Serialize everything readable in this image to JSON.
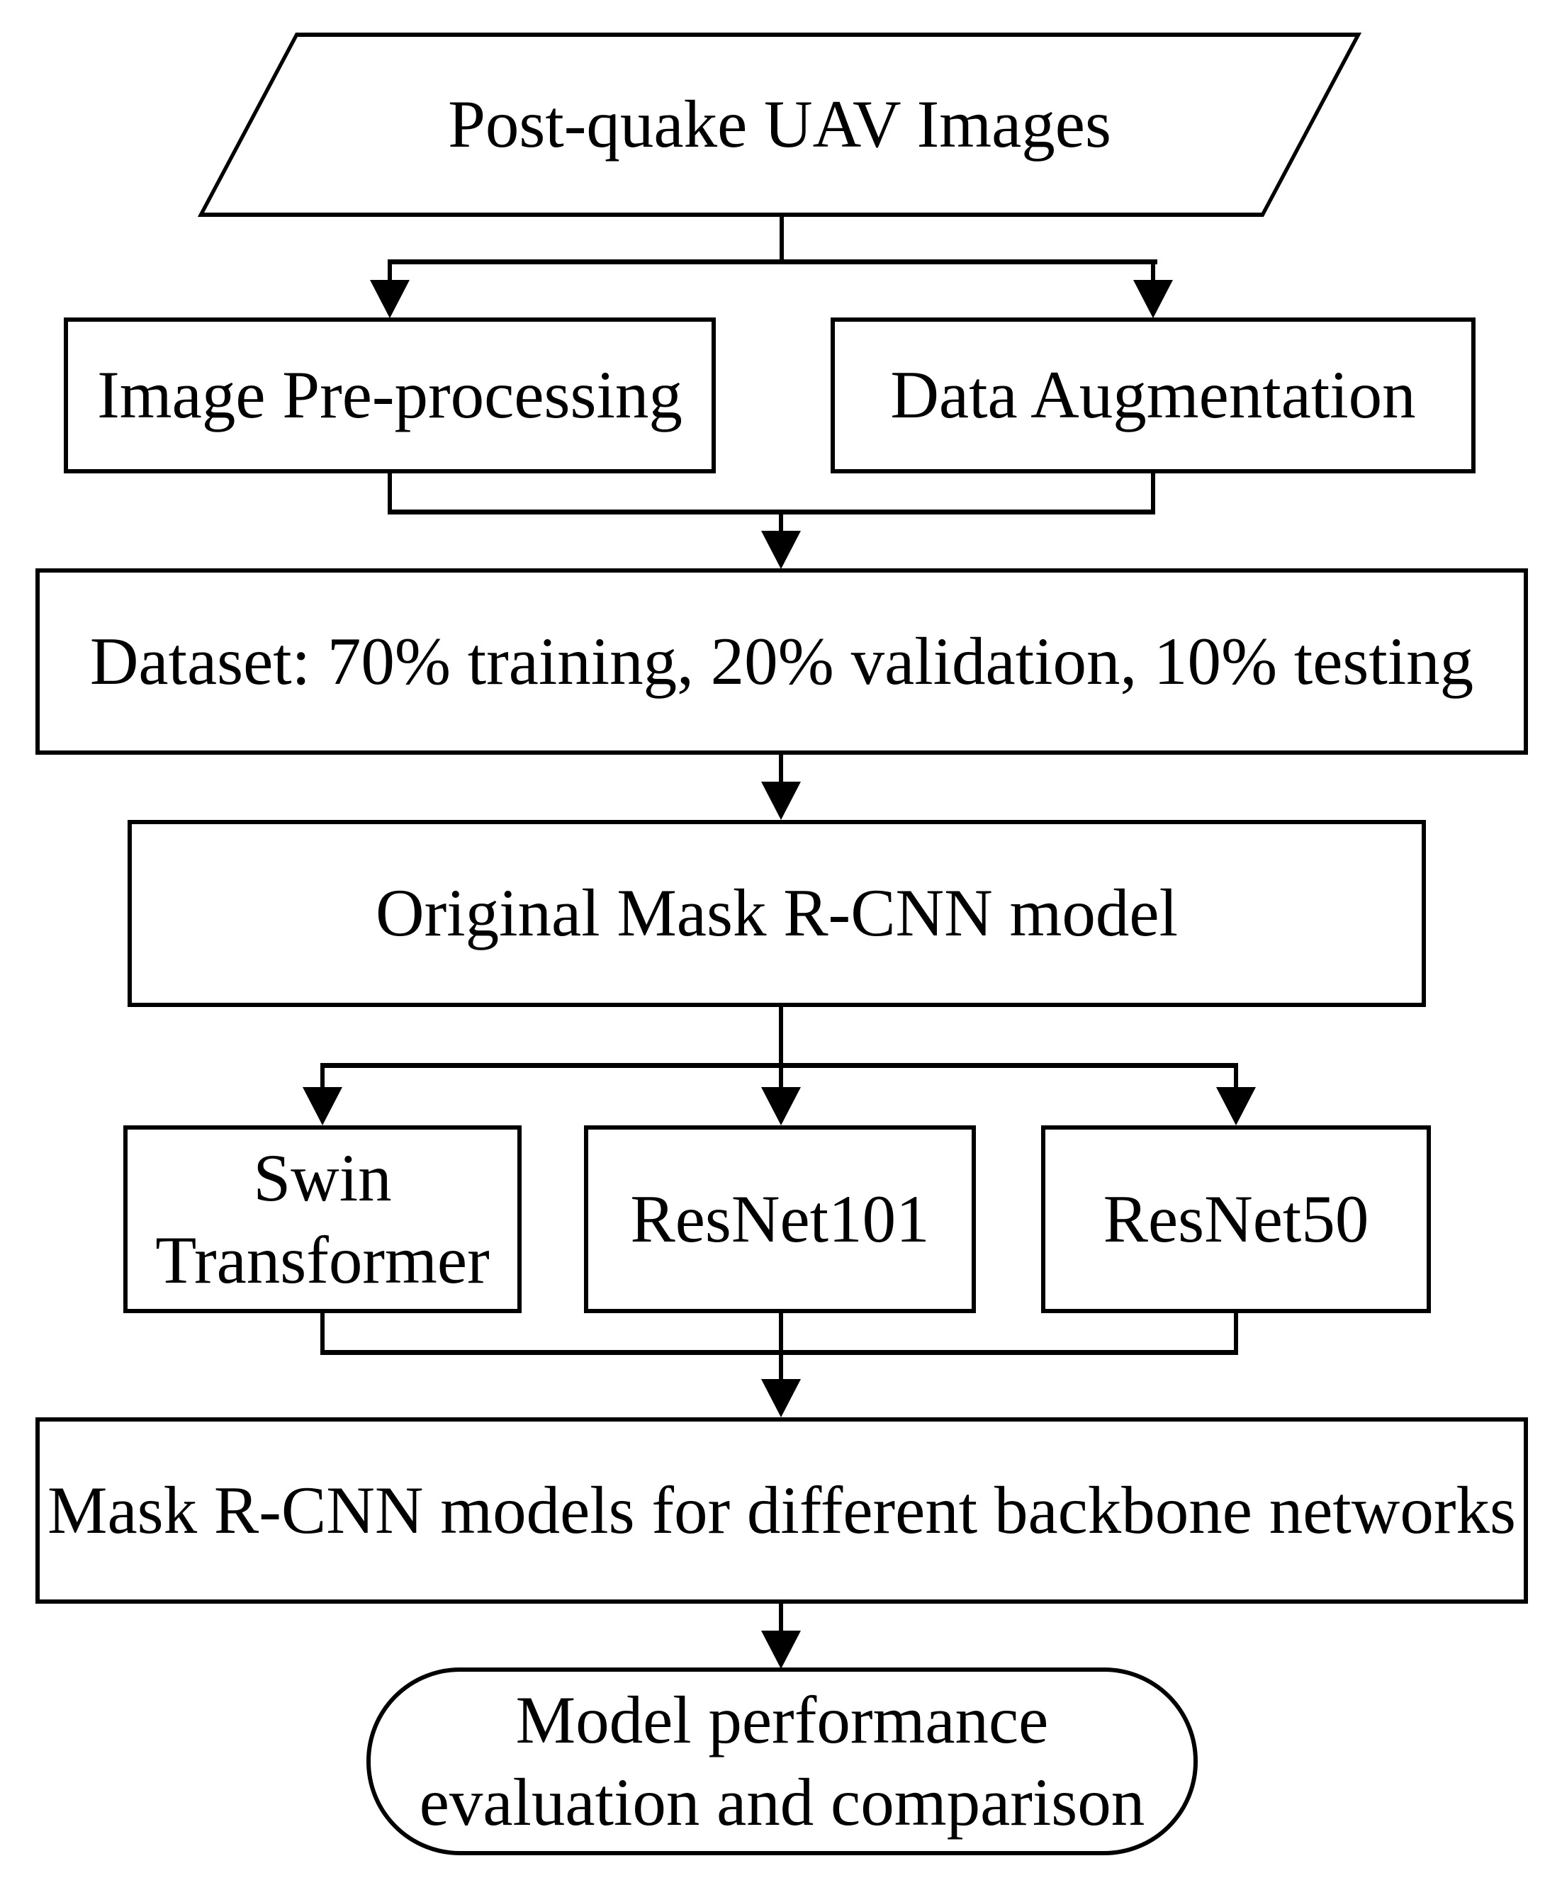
{
  "diagram": {
    "type": "flowchart",
    "background_color": "#ffffff",
    "line_color": "#000000",
    "nodes": {
      "input": "Post-quake UAV Images",
      "preprocessing": "Image Pre-processing",
      "augmentation": "Data Augmentation",
      "dataset": "Dataset: 70% training, 20% validation, 10% testing",
      "original_model": "Original Mask R-CNN model",
      "backbone_swin": "Swin\nTransformer",
      "backbone_resnet101": "ResNet101",
      "backbone_resnet50": "ResNet50",
      "models": "Mask R-CNN models for different backbone networks",
      "evaluation": "Model performance\nevaluation and comparison"
    }
  }
}
